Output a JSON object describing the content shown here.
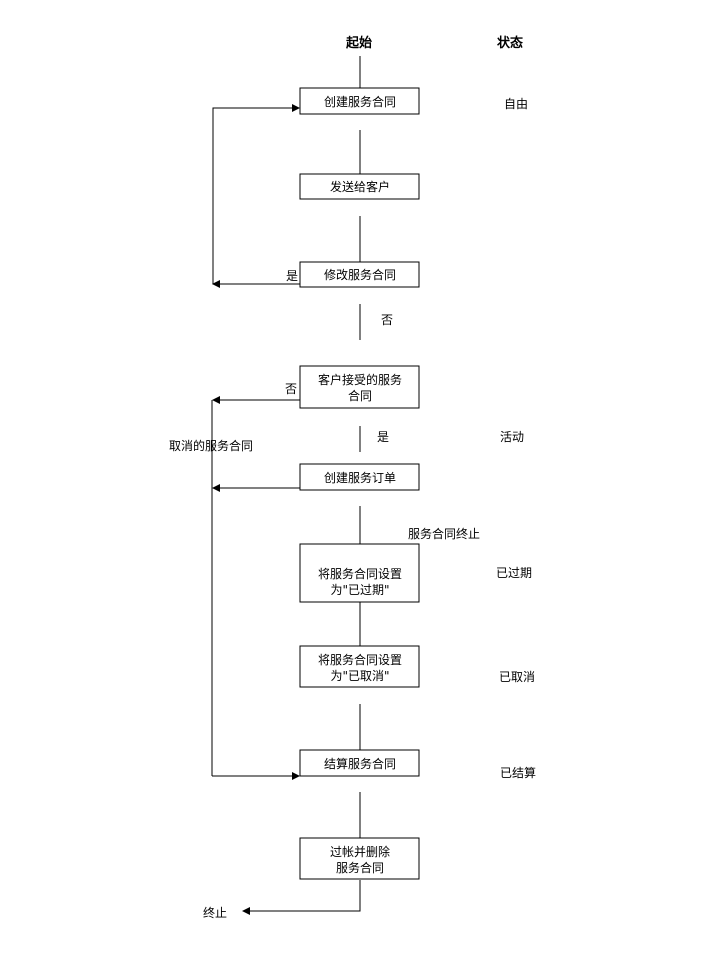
{
  "header": {
    "start": "起始",
    "state": "状态"
  },
  "steps": [
    {
      "lines": [
        "创建服务合同"
      ]
    },
    {
      "lines": [
        "发送给客户"
      ]
    },
    {
      "lines": [
        "修改服务合同"
      ]
    },
    {
      "lines": [
        "客户接受的服务",
        "合同"
      ]
    },
    {
      "lines": [
        "创建服务订单"
      ]
    },
    {
      "lines": [
        "将服务合同设置",
        "为\"已过期\""
      ]
    },
    {
      "lines": [
        "将服务合同设置",
        "为\"已取消\""
      ]
    },
    {
      "lines": [
        "结算服务合同"
      ]
    },
    {
      "lines": [
        "过帐并删除",
        "服务合同"
      ]
    }
  ],
  "states": [
    "自由",
    "活动",
    "已过期",
    "已取消",
    "已结算"
  ],
  "labels": {
    "yes_modify": "是",
    "no_modify": "否",
    "no_accept": "否",
    "yes_accept": "是",
    "cancelled": "取消的服务合同",
    "expired": "服务合同终止",
    "end": "终止"
  }
}
